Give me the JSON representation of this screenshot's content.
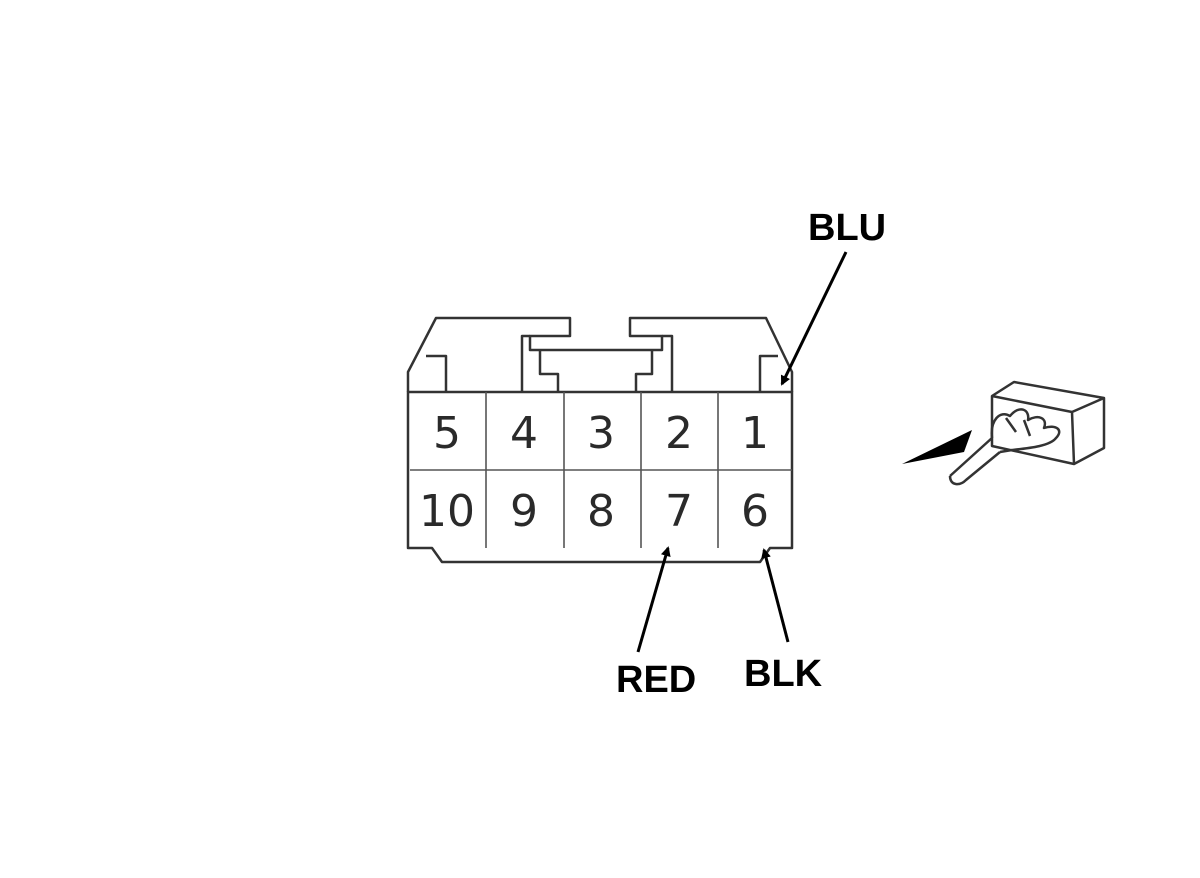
{
  "connector": {
    "top_row_pins": [
      "5",
      "4",
      "3",
      "2",
      "1"
    ],
    "bottom_row_pins": [
      "10",
      "9",
      "8",
      "7",
      "6"
    ]
  },
  "wire_labels": {
    "pin1": "BLU",
    "pin7": "RED",
    "pin6": "BLK"
  },
  "icons": {
    "view_indicator": "hand-pointing-at-connector-icon"
  },
  "colors": {
    "line": "#333333",
    "text": "#000000",
    "background": "#ffffff"
  }
}
